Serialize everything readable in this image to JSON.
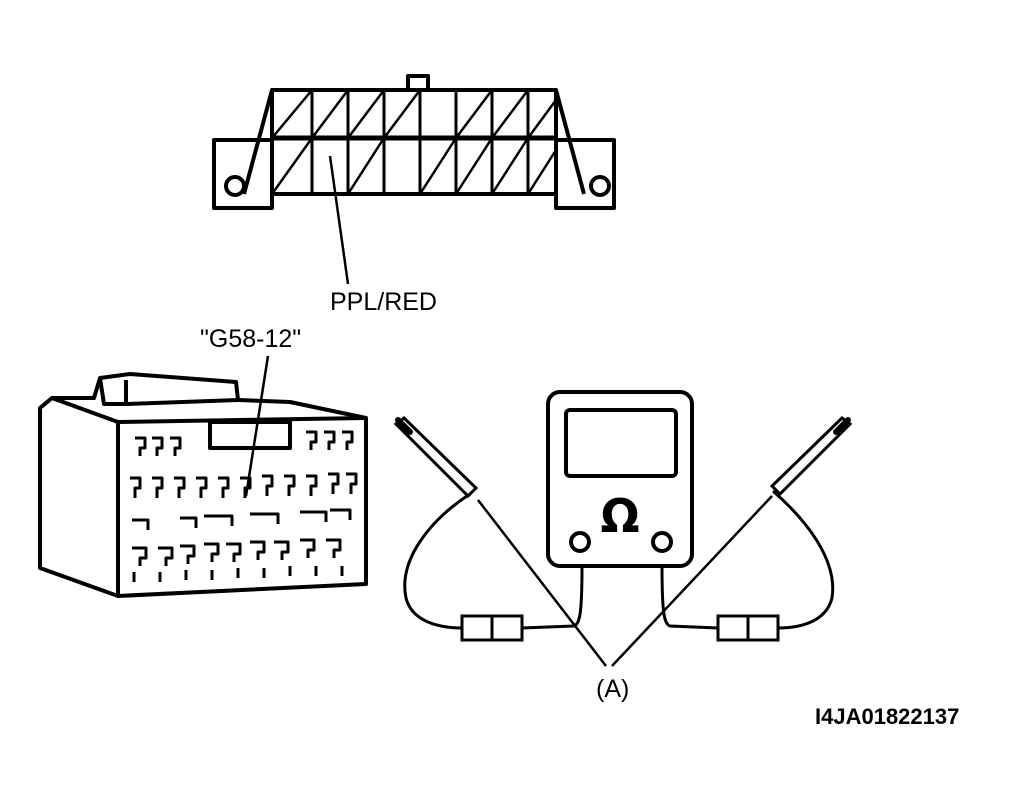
{
  "labels": {
    "wire_color": "PPL/RED",
    "terminal_id": "\"G58-12\"",
    "probe_marker": "(A)",
    "figure_code": "I4JA01822137"
  },
  "meter": {
    "symbol": "Ω"
  },
  "icons": {
    "top_connector": "harness-connector-face-icon",
    "side_connector": "connector-block-icon",
    "meter": "ohmmeter-icon",
    "probe": "test-probe-icon"
  },
  "colors": {
    "ink": "#000000",
    "paper": "#ffffff"
  }
}
